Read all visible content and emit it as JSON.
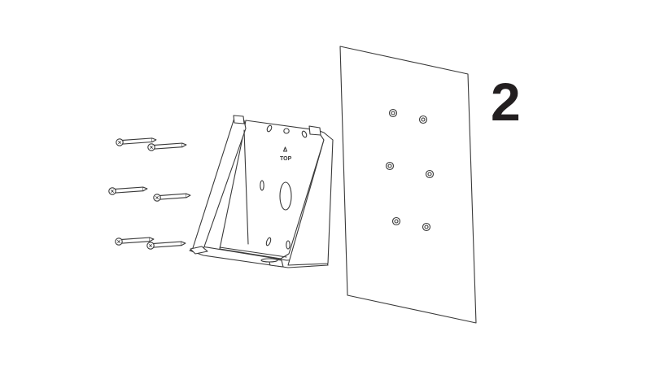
{
  "diagram": {
    "type": "assembly-instruction",
    "step_number": "2",
    "bracket_label": "TOP",
    "bracket_arrow": "up-triangle",
    "parts": {
      "screws": {
        "count": 6,
        "icon": "screw-icon"
      },
      "bracket": {
        "icon": "wall-mount-bracket",
        "label": "TOP"
      },
      "wall_panel": {
        "hole_count": 6,
        "icon": "wall-panel-with-holes"
      }
    },
    "colors": {
      "line": "#3a3a3a",
      "fill": "#ffffff",
      "step_number": "#231f20"
    }
  }
}
